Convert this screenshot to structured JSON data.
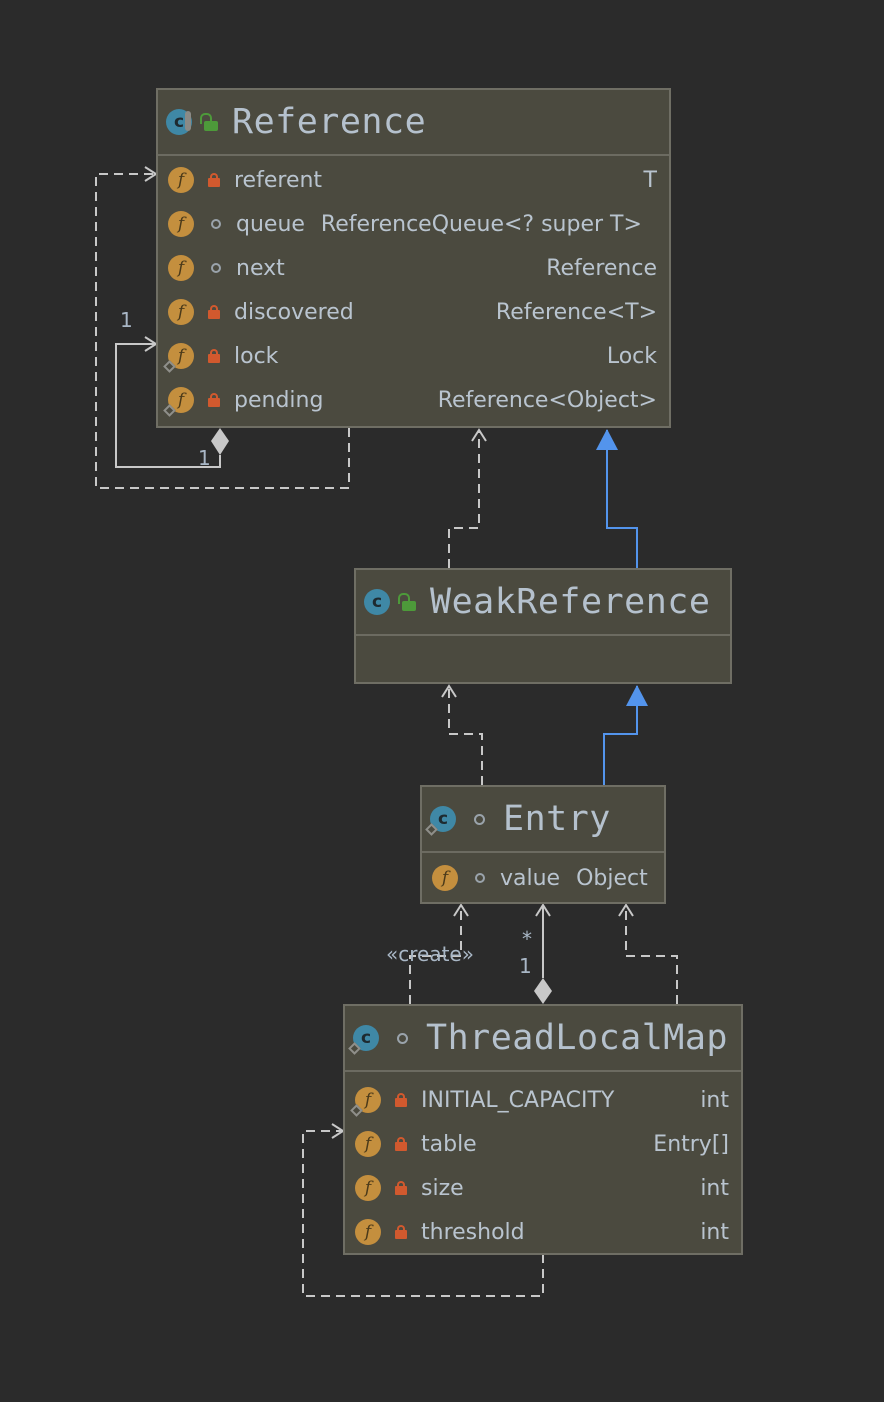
{
  "classes": {
    "reference": {
      "name": "Reference",
      "fields": [
        {
          "name": "referent",
          "type": "T"
        },
        {
          "name": "queue",
          "type": "ReferenceQueue<? super T>"
        },
        {
          "name": "next",
          "type": "Reference"
        },
        {
          "name": "discovered",
          "type": "Reference<T>"
        },
        {
          "name": "lock",
          "type": "Lock"
        },
        {
          "name": "pending",
          "type": "Reference<Object>"
        }
      ]
    },
    "weak_reference": {
      "name": "WeakReference",
      "fields": []
    },
    "entry": {
      "name": "Entry",
      "fields": [
        {
          "name": "value",
          "type": "Object"
        }
      ]
    },
    "thread_local_map": {
      "name": "ThreadLocalMap",
      "fields": [
        {
          "name": "INITIAL_CAPACITY",
          "type": "int"
        },
        {
          "name": "table",
          "type": "Entry[]"
        },
        {
          "name": "size",
          "type": "int"
        },
        {
          "name": "threshold",
          "type": "int"
        }
      ]
    }
  },
  "edge_labels": {
    "ref_self_top": "1",
    "ref_self_bottom": "1",
    "create": "«create»",
    "entry_multiplicity": "*",
    "entry_one": "1"
  },
  "colors": {
    "background": "#2b2b2b",
    "node_fill": "#4b4a3f",
    "node_border": "#6f6e64",
    "inheritance_edge": "#5394ec",
    "dependency_edge": "#c8c8c8",
    "class_icon": "#3f88a6",
    "field_icon": "#c48f3e",
    "private_lock": "#d1592e",
    "public_lock": "#4d9a3a"
  }
}
